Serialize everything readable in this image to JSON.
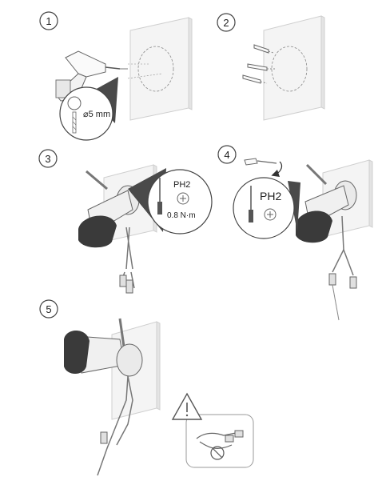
{
  "steps": [
    {
      "number": "1",
      "callout": "⌀5 mm"
    },
    {
      "number": "2"
    },
    {
      "number": "3",
      "callout_tool": "PH2",
      "callout_torque": "0.8 N·m"
    },
    {
      "number": "4",
      "callout_tool": "PH2"
    },
    {
      "number": "5"
    }
  ],
  "colors": {
    "line": "#555555",
    "wall": "#f4f4f4",
    "wall_edge": "#cfcfcf",
    "hood": "#3a3a3a",
    "callout_dark": "#4a4a4a"
  },
  "icons": [
    "drill-icon",
    "screwdriver-icon",
    "screw-icon",
    "anchor-icon",
    "warning-triangle-icon",
    "prohibited-icon"
  ]
}
